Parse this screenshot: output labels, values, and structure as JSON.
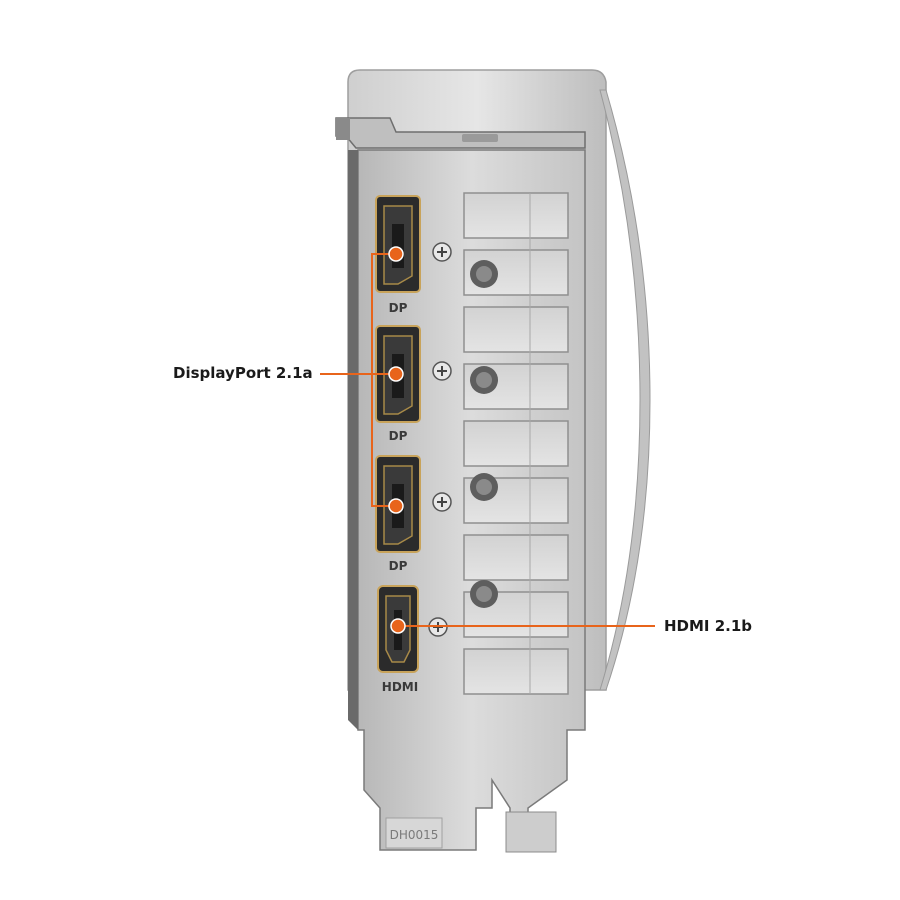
{
  "callouts": {
    "displayport": "DisplayPort 2.1a",
    "hdmi": "HDMI 2.1b"
  },
  "port_labels": {
    "dp_1": "DP",
    "dp_2": "DP",
    "dp_3": "DP",
    "hdmi": "HDMI"
  },
  "bracket_stamp": "DH0015",
  "colors": {
    "accent": "#e8641b",
    "port_gold": "#c8a35a",
    "bracket": "#c9c9c9",
    "shroud": "#d8d8d8"
  }
}
